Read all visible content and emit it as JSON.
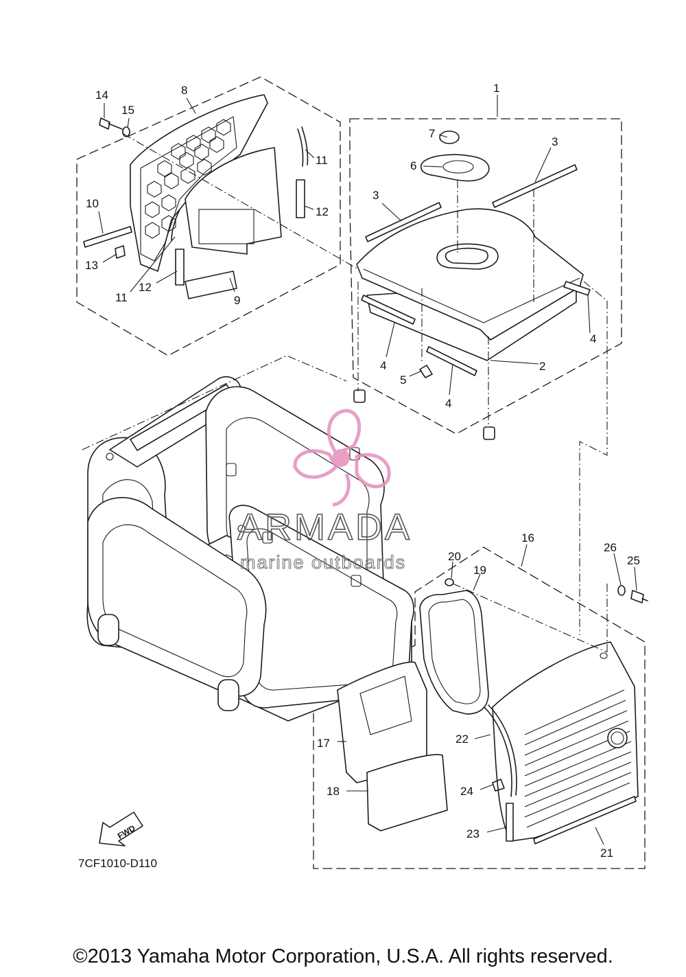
{
  "diagram_code": "7CF1010-D110",
  "fwd_label": "FWD",
  "watermark": {
    "brand": "ARMADA",
    "tagline": "marine outboards"
  },
  "copyright": "©2013 Yamaha Motor Corporation, U.S.A. All rights reserved.",
  "callouts": [
    "1",
    "2",
    "3",
    "3",
    "4",
    "4",
    "4",
    "5",
    "6",
    "7",
    "8",
    "9",
    "10",
    "11",
    "11",
    "12",
    "12",
    "13",
    "14",
    "15",
    "16",
    "17",
    "18",
    "19",
    "20",
    "21",
    "22",
    "23",
    "24",
    "25",
    "26"
  ]
}
